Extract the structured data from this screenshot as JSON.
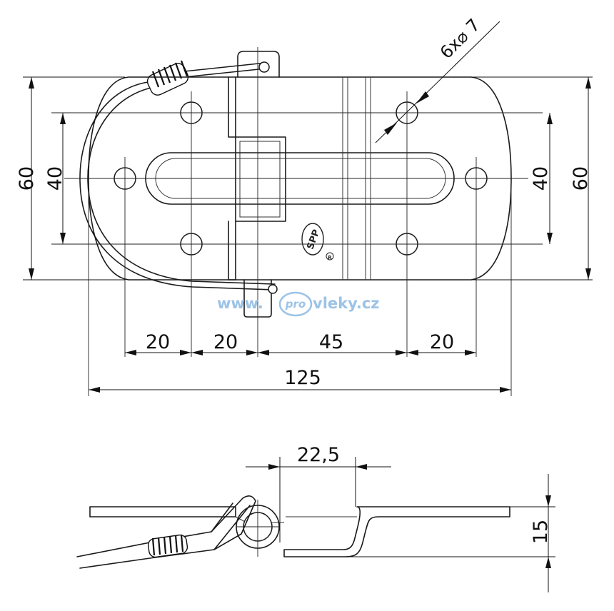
{
  "dimensions": {
    "height_outer_left": "60",
    "height_inner_left": "40",
    "height_inner_right": "40",
    "height_outer_right": "60",
    "holes_callout": "6x⌀ 7",
    "spacing_1": "20",
    "spacing_2": "20",
    "spacing_3": "45",
    "spacing_4": "20",
    "overall_length": "125",
    "side_offset": "22,5",
    "side_height": "15"
  },
  "watermark": {
    "prefix": "www.",
    "badge": "pro",
    "suffix": "vleky.cz"
  },
  "maker_mark": {
    "logo_text": "SPP",
    "registered": "R"
  },
  "colors": {
    "line": "#1a1a1a",
    "watermark": "#9cc3e6"
  }
}
